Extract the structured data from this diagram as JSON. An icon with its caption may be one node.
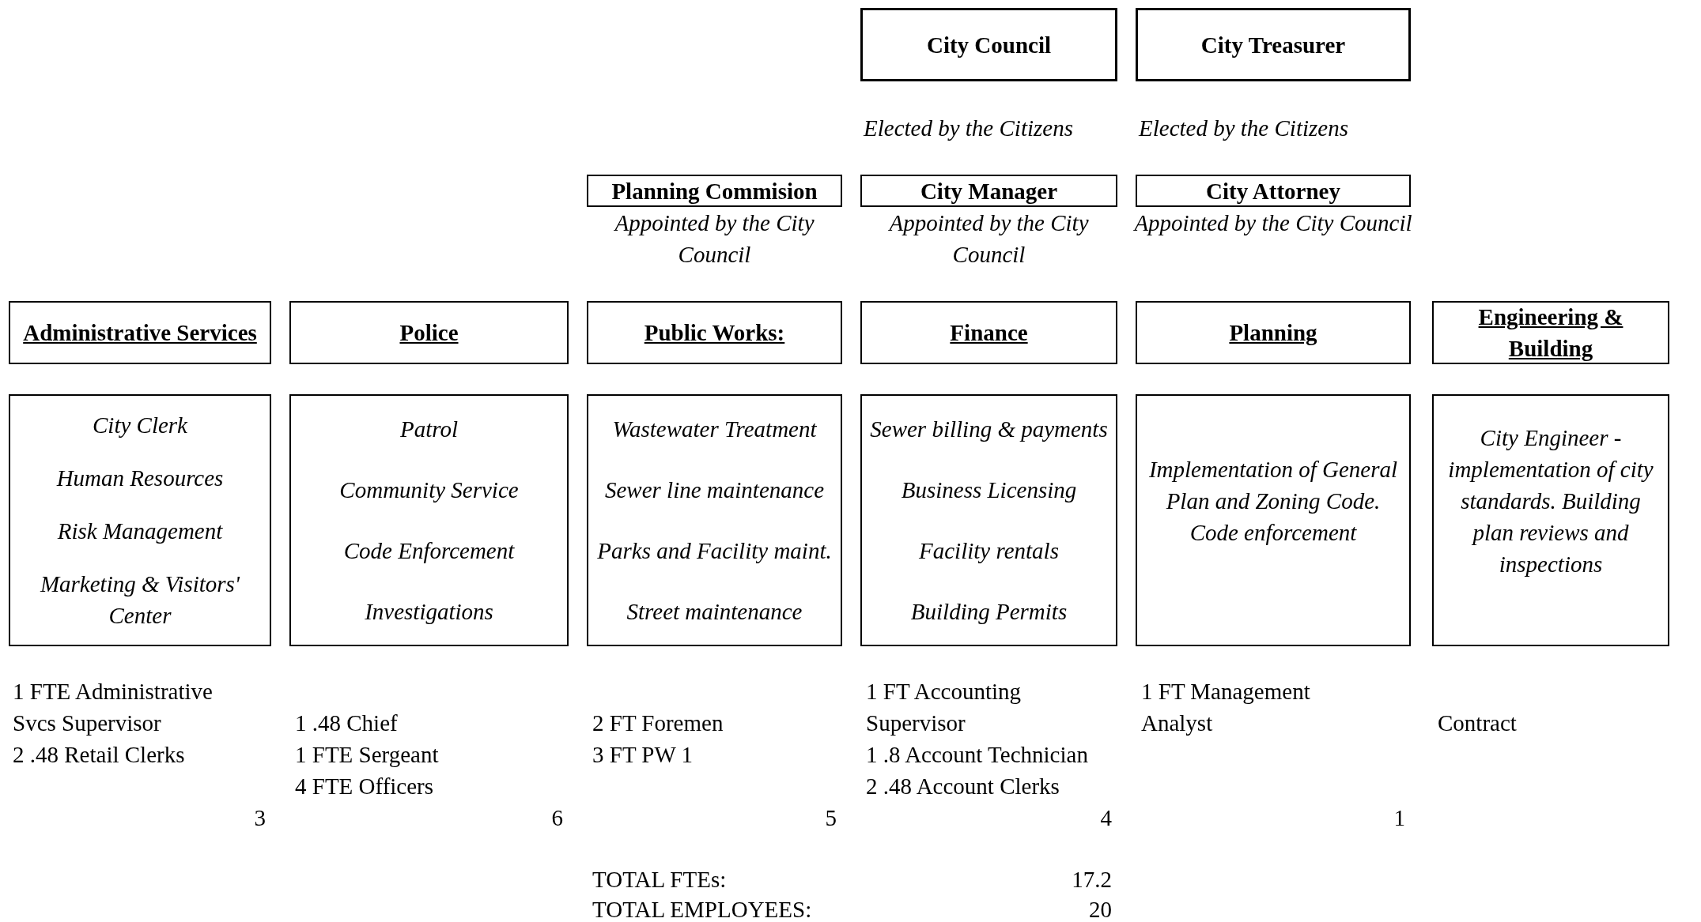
{
  "diagram": {
    "nodes": [
      {
        "text": [
          "City Council"
        ],
        "beside": [
          "Elected by the Citizens"
        ]
      },
      {
        "text": [
          "City Treasurer"
        ],
        "beside": [
          "Elected by the Citizens"
        ]
      },
      {
        "text": [
          "Planning Commision"
        ],
        "beside": [
          "Appointed by the City Council"
        ]
      },
      {
        "text": [
          "City Manager"
        ],
        "beside": [
          "Appointed by the City Council"
        ]
      },
      {
        "text": [
          "City Attorney"
        ],
        "beside": [
          "Appointed by the City Council"
        ]
      },
      {
        "text": [
          "Administrative Services"
        ]
      },
      {
        "text": [
          "Police"
        ]
      },
      {
        "text": [
          "Public Works:"
        ]
      },
      {
        "text": [
          "Finance"
        ]
      },
      {
        "text": [
          "Planning"
        ]
      },
      {
        "text": [
          "Engineering & Building"
        ]
      },
      {
        "text": [
          "City Clerk",
          "Human Resources",
          "Risk Management",
          "Marketing & Visitors' Center"
        ]
      },
      {
        "text": [
          "Patrol",
          "Community Service",
          "Code Enforcement",
          "Investigations"
        ]
      },
      {
        "text": [
          "Wastewater Treatment",
          "Sewer line maintenance",
          "Parks and Facility maint.",
          "Street maintenance"
        ]
      },
      {
        "text": [
          "Sewer billing & payments",
          "Business Licensing",
          "Facility rentals",
          "Building Permits"
        ]
      },
      {
        "text": [
          "Implementation of General Plan and Zoning Code. Code enforcement"
        ]
      },
      {
        "text": [
          "City Engineer - implementation of city standards. Building plan reviews and inspections"
        ]
      }
    ],
    "labels": [
      "1 FTE Administrative Svcs Supervisor",
      "2 .48 Retail Clerks",
      "1 .48 Chief",
      "1 FTE Sergeant",
      "4 FTE Officers",
      "2 FT Foremen",
      "3 FT PW 1",
      "1 FT Accounting Supervisor",
      "1 .8 Account Technician",
      "2 .48 Account Clerks",
      "1 FT Management Analyst",
      "Contract",
      "3",
      "6",
      "5",
      "4",
      "1",
      "TOTAL FTEs:",
      "17.2",
      "TOTAL EMPLOYEES:",
      "20"
    ]
  }
}
